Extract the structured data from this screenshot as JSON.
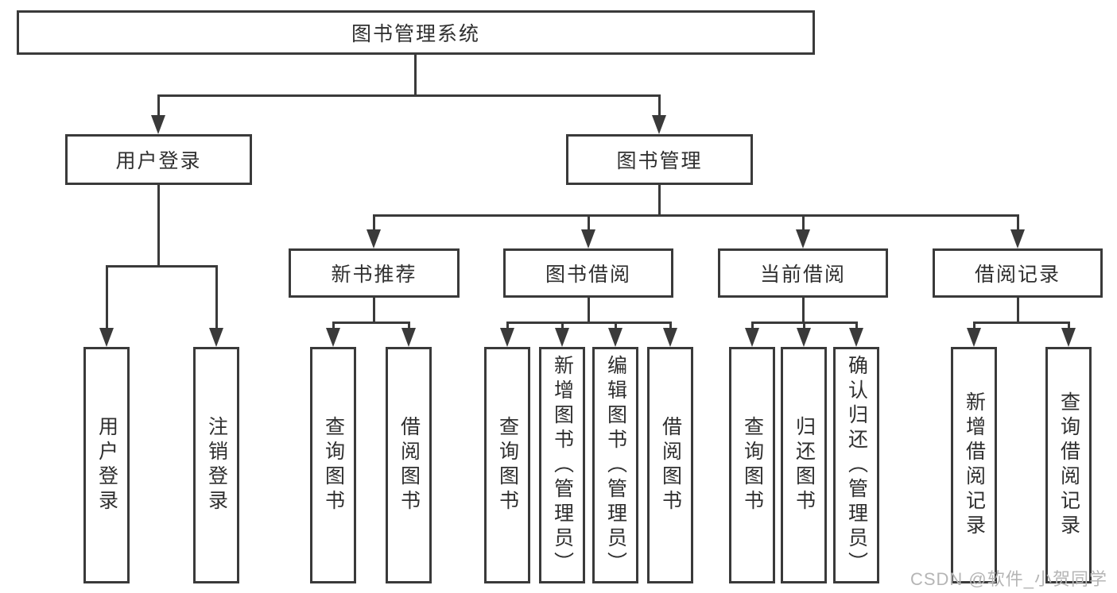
{
  "nodes": {
    "root": "图书管理系统",
    "level1": {
      "user_login": "用户登录",
      "book_management": "图书管理"
    },
    "level2": {
      "new_book_recommend": "新书推荐",
      "book_borrow": "图书借阅",
      "current_borrow": "当前借阅",
      "borrow_records": "借阅记录"
    },
    "leaves": {
      "login": "用户登录",
      "logout": "注销登录",
      "rec_query_books": "查询图书",
      "rec_borrow_books": "借阅图书",
      "bb_query_books": "查询图书",
      "bb_add_books_admin": "新增图书（管理员）",
      "bb_edit_books_admin": "编辑图书（管理员）",
      "bb_borrow_books": "借阅图书",
      "cb_query_books": "查询图书",
      "cb_return_books": "归还图书",
      "cb_confirm_return_admin": "确认归还（管理员）",
      "br_add_record": "新增借阅记录",
      "br_query_record": "查询借阅记录"
    }
  },
  "watermark": "CSDN @软件_小贺同学",
  "colors": {
    "line": "#3a3a3a",
    "text": "#2f2f2f",
    "watermark": "#b5b5b5",
    "background": "#ffffff"
  }
}
